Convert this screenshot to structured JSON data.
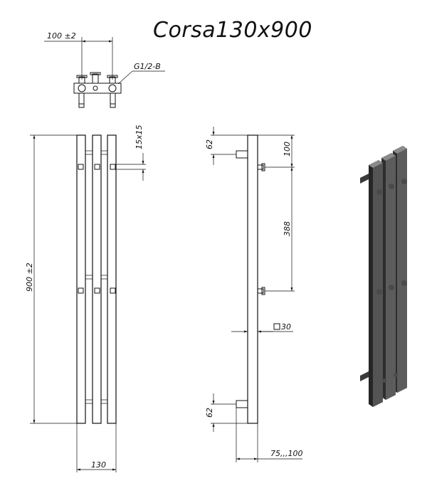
{
  "title": "Corsa130x900",
  "labels": {
    "connection_spacing": "100 ±2",
    "thread": "G1/2-B",
    "bar_section": "15x15",
    "height": "900 ±2",
    "width": "130",
    "top_offset": "62",
    "bottom_offset": "62",
    "top_bracket": "100",
    "bracket_spacing": "388",
    "tube_section": "30",
    "wall_distance": "75,,,100"
  },
  "colors": {
    "line": "#111111",
    "render_dark": "#3a3a3a",
    "render_mid": "#6a6a6a",
    "render_light": "#9a9a9a"
  }
}
